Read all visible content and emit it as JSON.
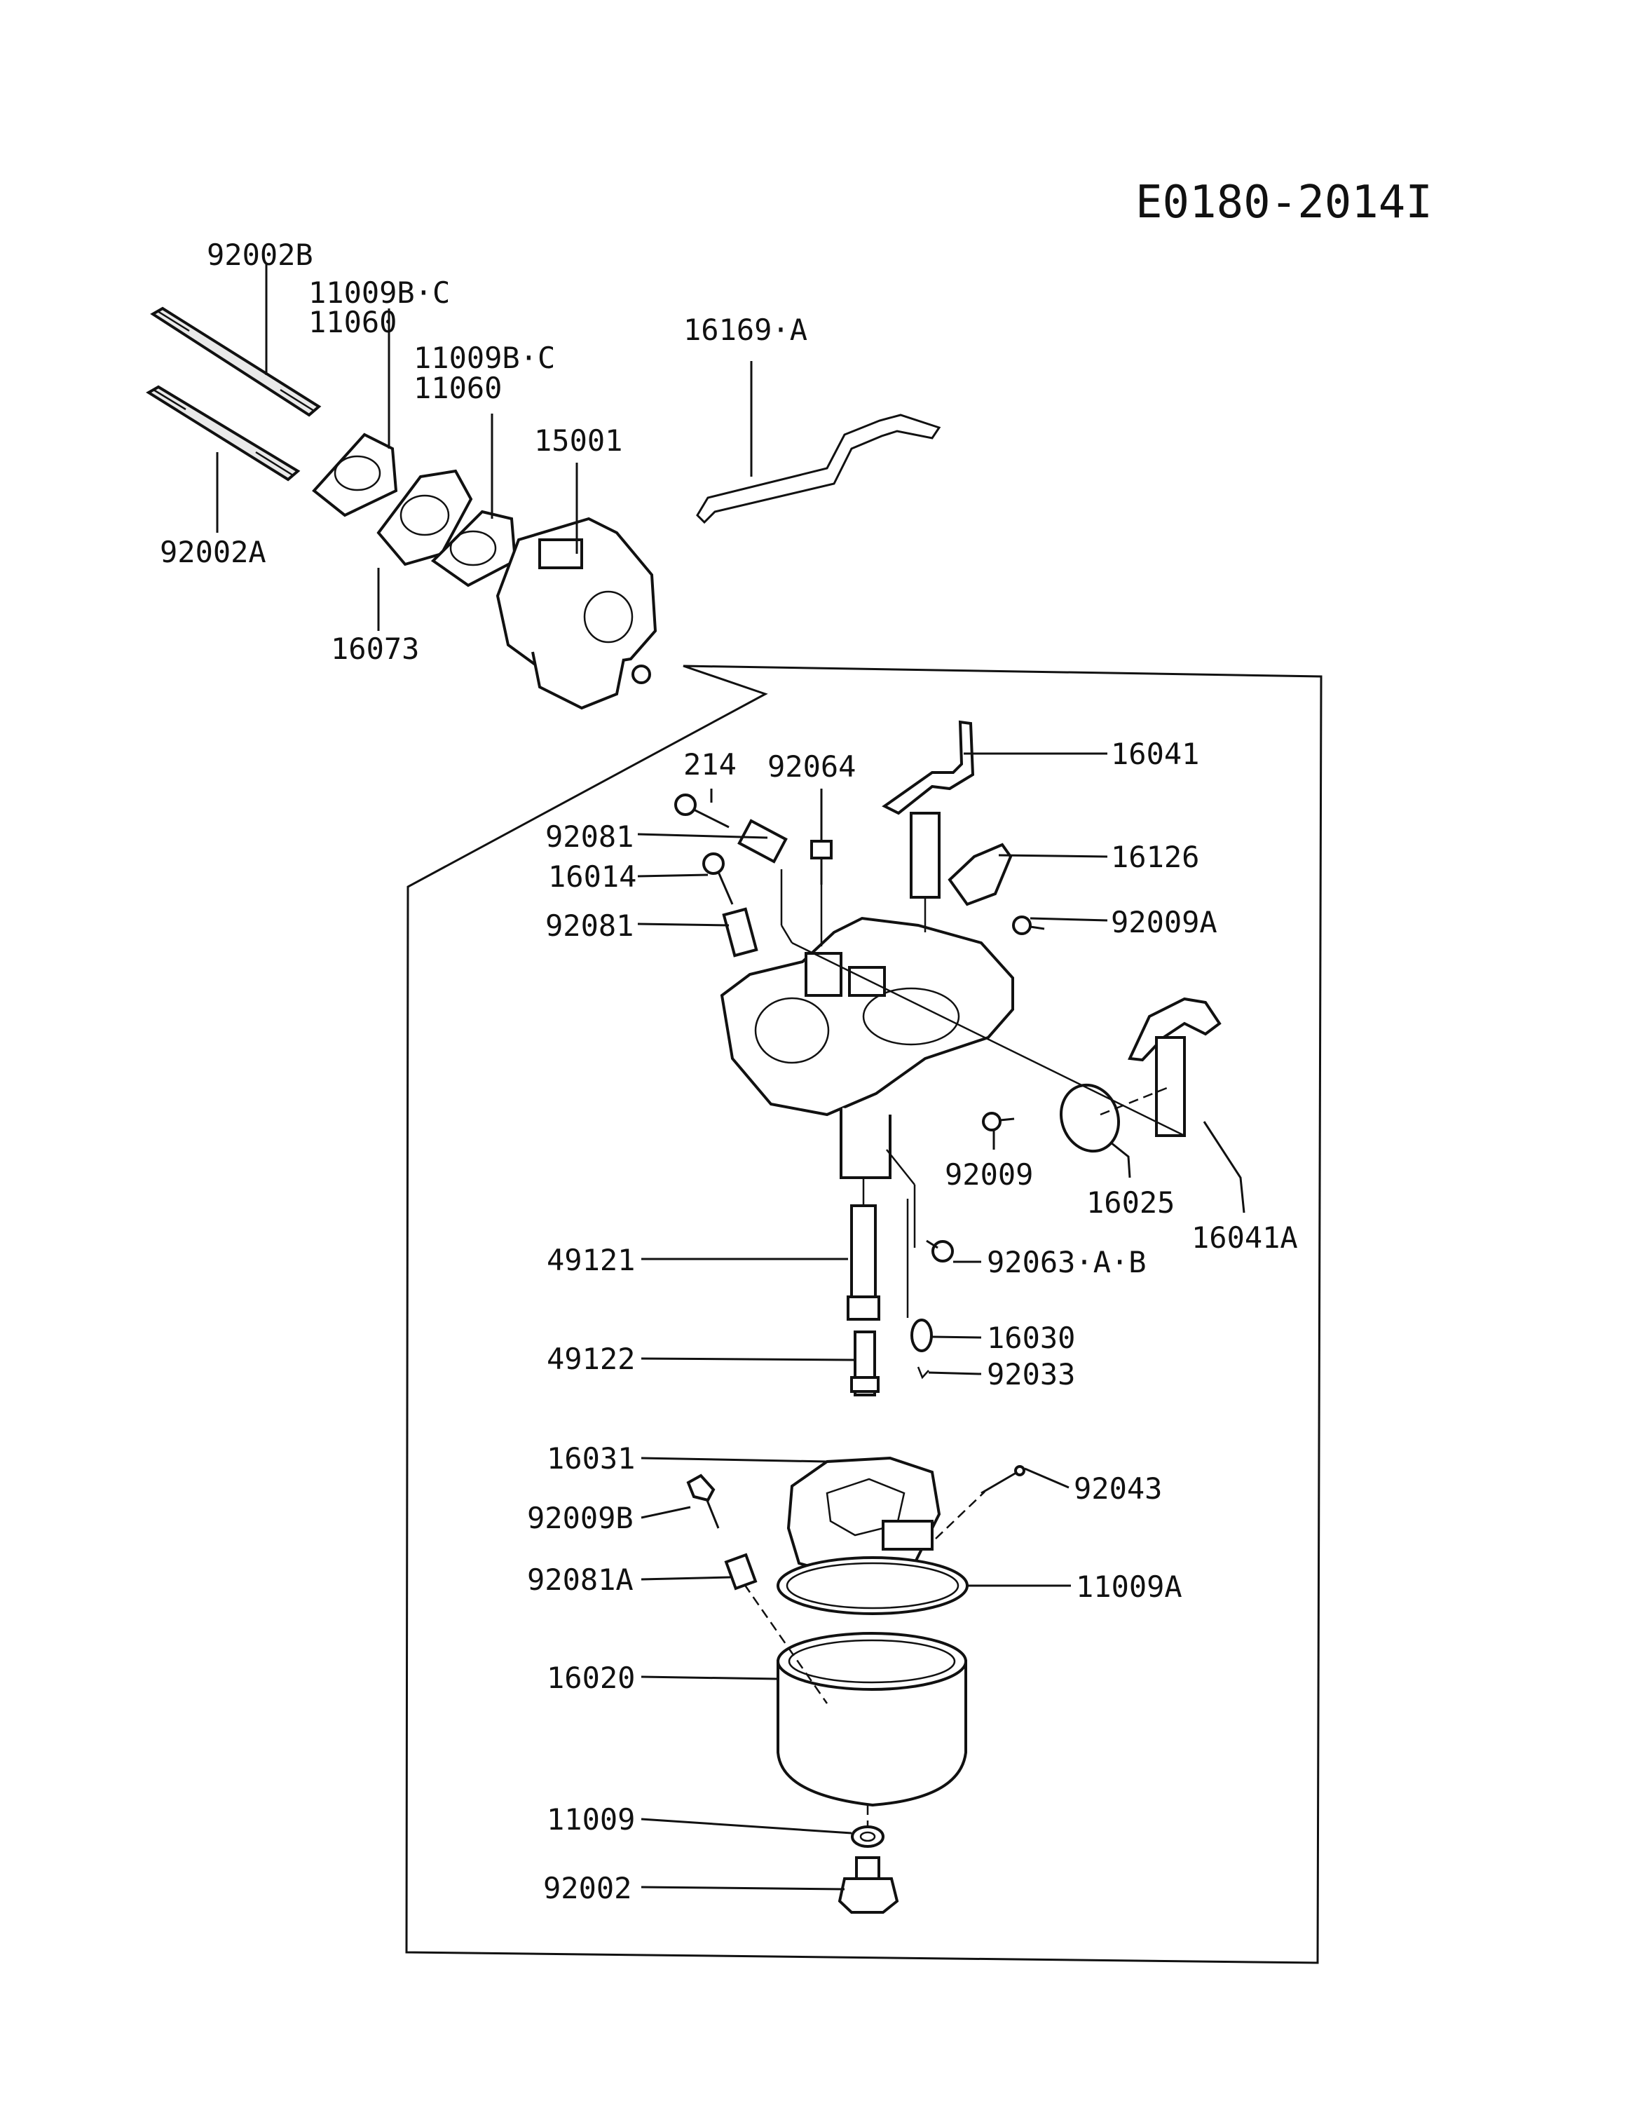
{
  "diagram_code": "E0180-2014I",
  "labels": {
    "p92002B": "92002B",
    "p11009BC_1": "11009B·C",
    "p11060_1": "11060",
    "p11009BC_2": "11009B·C",
    "p11060_2": "11060",
    "p16169A": "16169·A",
    "p15001": "15001",
    "p92002A": "92002A",
    "p16073": "16073",
    "p214": "214",
    "p92064": "92064",
    "p16041": "16041",
    "p92081_1": "92081",
    "p16014": "16014",
    "p16126": "16126",
    "p92081_2": "92081",
    "p92009A": "92009A",
    "p92009": "92009",
    "p16025": "16025",
    "p16041A": "16041A",
    "p49121": "49121",
    "p92063AB": "92063·A·B",
    "p16030": "16030",
    "p49122": "49122",
    "p92033": "92033",
    "p16031": "16031",
    "p92043": "92043",
    "p92009B": "92009B",
    "p92081A": "92081A",
    "p11009A": "11009A",
    "p16020": "16020",
    "p11009": "11009",
    "p92002": "92002"
  }
}
